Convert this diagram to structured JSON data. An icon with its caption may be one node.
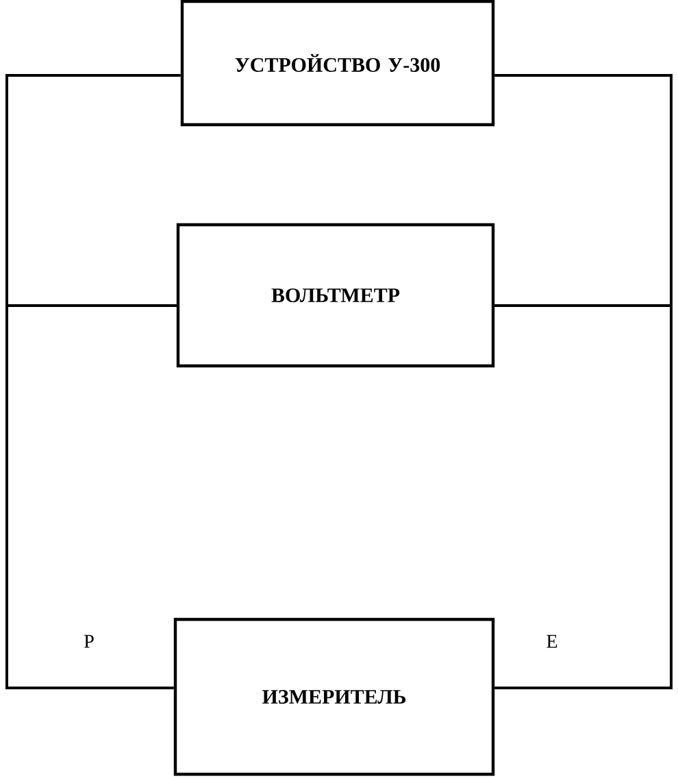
{
  "diagram": {
    "nodes": [
      {
        "text": [
          "УСТРОЙСТВО У-300"
        ]
      },
      {
        "text": [
          "ВОЛЬТМЕТР"
        ]
      },
      {
        "text": [
          "ИЗМЕРИТЕЛЬ"
        ]
      }
    ],
    "edges": [
      {
        "from": 0,
        "to": 1,
        "arrow": "none"
      },
      {
        "from": 1,
        "to": 2,
        "arrow": "none"
      },
      {
        "from": 0,
        "to": 1,
        "arrow": "none"
      },
      {
        "from": 1,
        "to": 2,
        "arrow": "none"
      }
    ],
    "labels": [
      "Р",
      "Е"
    ]
  }
}
